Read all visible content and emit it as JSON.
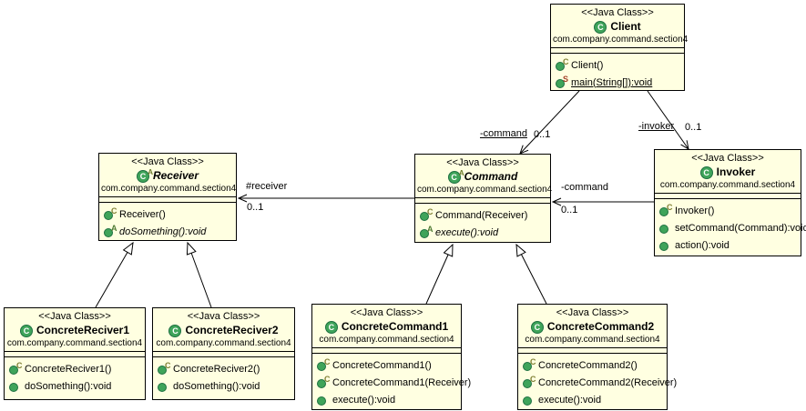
{
  "colors": {
    "box_fill": "#FFFFE1",
    "box_border": "#000000",
    "icon_green": "#3FA45A",
    "background": "#FFFFFF"
  },
  "classes": [
    {
      "id": "client",
      "stereotype": "&lt;&lt;Java Class&gt;&gt;",
      "stereotype_text": "<<Java Class>>",
      "icon_letter": "C",
      "name": "Client",
      "package": "com.company.command.section4",
      "methods": [
        {
          "text": "Client()",
          "adorn": "C"
        },
        {
          "text": "main(String[]):void",
          "adorn": "S"
        }
      ]
    },
    {
      "id": "receiver",
      "stereotype_text": "<<Java Class>>",
      "icon_letter": "C",
      "abstract_badge": "A",
      "name": "Receiver",
      "package": "com.company.command.section4",
      "methods": [
        {
          "text": "Receiver()",
          "adorn": "C"
        },
        {
          "text": "doSomething():void",
          "adorn": "A"
        }
      ]
    },
    {
      "id": "command",
      "stereotype_text": "<<Java Class>>",
      "icon_letter": "C",
      "abstract_badge": "A",
      "name": "Command",
      "package": "com.company.command.section4",
      "methods": [
        {
          "text": "Command(Receiver)",
          "adorn": "C"
        },
        {
          "text": "execute():void",
          "adorn": "A"
        }
      ]
    },
    {
      "id": "invoker",
      "stereotype_text": "<<Java Class>>",
      "icon_letter": "C",
      "name": "Invoker",
      "package": "com.company.command.section4",
      "methods": [
        {
          "text": "Invoker()",
          "adorn": "C"
        },
        {
          "text": "setCommand(Command):void",
          "adorn": ""
        },
        {
          "text": "action():void",
          "adorn": ""
        }
      ]
    },
    {
      "id": "concretereciver1",
      "stereotype_text": "<<Java Class>>",
      "icon_letter": "C",
      "name": "ConcreteReciver1",
      "package": "com.company.command.section4",
      "methods": [
        {
          "text": "ConcreteReciver1()",
          "adorn": "C"
        },
        {
          "text": "doSomething():void",
          "adorn": ""
        }
      ]
    },
    {
      "id": "concretereciver2",
      "stereotype_text": "<<Java Class>>",
      "icon_letter": "C",
      "name": "ConcreteReciver2",
      "package": "com.company.command.section4",
      "methods": [
        {
          "text": "ConcreteReciver2()",
          "adorn": "C"
        },
        {
          "text": "doSomething():void",
          "adorn": ""
        }
      ]
    },
    {
      "id": "concretecommand1",
      "stereotype_text": "<<Java Class>>",
      "icon_letter": "C",
      "name": "ConcreteCommand1",
      "package": "com.company.command.section4",
      "methods": [
        {
          "text": "ConcreteCommand1()",
          "adorn": "C"
        },
        {
          "text": "ConcreteCommand1(Receiver)",
          "adorn": "C"
        },
        {
          "text": "execute():void",
          "adorn": ""
        }
      ]
    },
    {
      "id": "concretecommand2",
      "stereotype_text": "<<Java Class>>",
      "icon_letter": "C",
      "name": "ConcreteCommand2",
      "package": "com.company.command.section4",
      "methods": [
        {
          "text": "ConcreteCommand2()",
          "adorn": "C"
        },
        {
          "text": "ConcreteCommand2(Receiver)",
          "adorn": "C"
        },
        {
          "text": "execute():void",
          "adorn": ""
        }
      ]
    }
  ],
  "edges": {
    "client_command": {
      "label": "-command",
      "mult": "0..1"
    },
    "client_invoker": {
      "label": "-invoker",
      "mult": "0..1"
    },
    "command_receiver": {
      "label": "#receiver",
      "mult": "0..1"
    },
    "invoker_command": {
      "label": "-command",
      "mult": "0..1"
    }
  }
}
